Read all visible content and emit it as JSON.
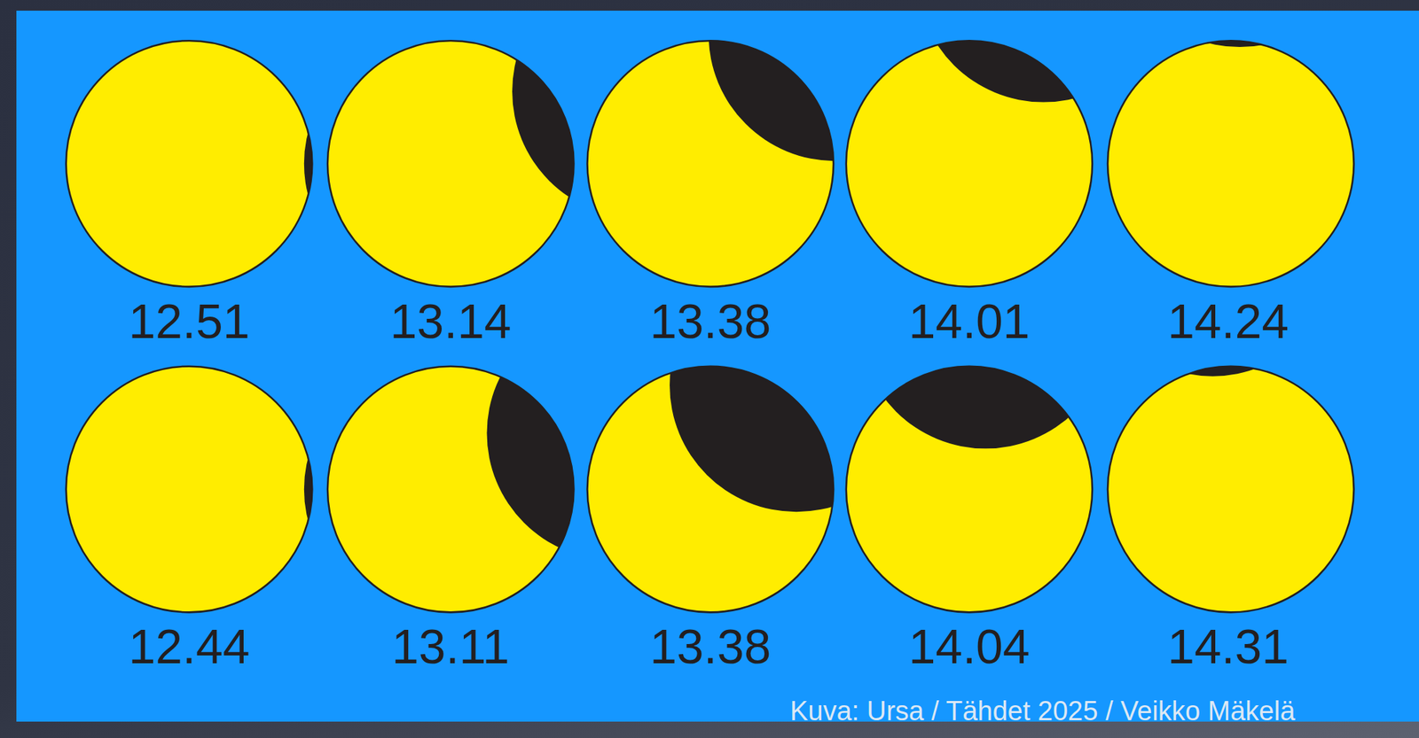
{
  "diagram": {
    "labels": [
      "12.51",
      "13.14",
      "13.38",
      "14.01",
      "14.24",
      "12.44",
      "13.11",
      "13.38",
      "14.04",
      "14.31",
      "Kuva: Ursa / Tähdet 2025 / Veikko Mäkelä"
    ]
  }
}
